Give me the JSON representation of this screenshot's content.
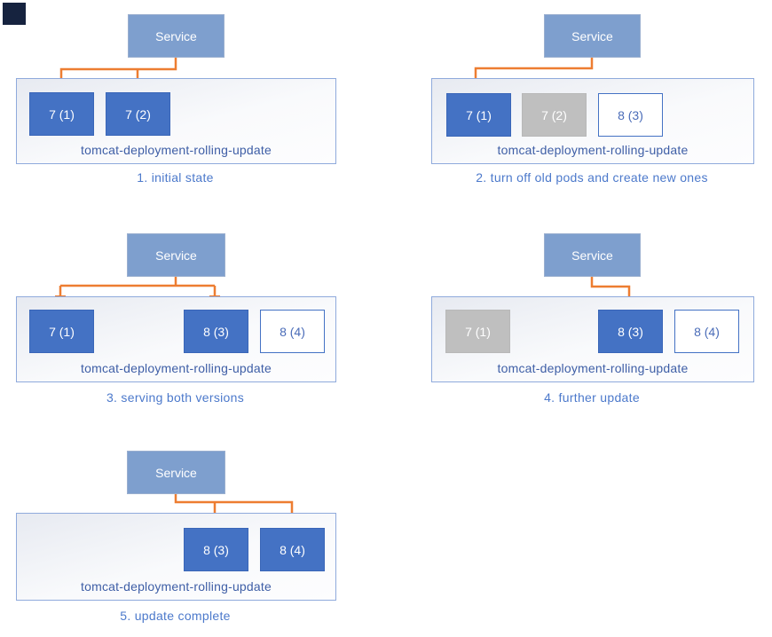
{
  "diagram": {
    "panels": [
      {
        "caption": "1. initial state",
        "service": "Service",
        "deployment": "tomcat-deployment-rolling-update",
        "pods": [
          {
            "label": "7 (1)",
            "state": "active"
          },
          {
            "label": "7 (2)",
            "state": "active"
          }
        ]
      },
      {
        "caption": "2. turn off old pods and create new ones",
        "service": "Service",
        "deployment": "tomcat-deployment-rolling-update",
        "pods": [
          {
            "label": "7 (1)",
            "state": "active"
          },
          {
            "label": "7 (2)",
            "state": "terminated"
          },
          {
            "label": "8 (3)",
            "state": "pending"
          }
        ]
      },
      {
        "caption": "3. serving both versions",
        "service": "Service",
        "deployment": "tomcat-deployment-rolling-update",
        "pods": [
          {
            "label": "7 (1)",
            "state": "active"
          },
          {
            "label": "8 (3)",
            "state": "active"
          },
          {
            "label": "8 (4)",
            "state": "pending"
          }
        ]
      },
      {
        "caption": "4. further update",
        "service": "Service",
        "deployment": "tomcat-deployment-rolling-update",
        "pods": [
          {
            "label": "7 (1)",
            "state": "terminated"
          },
          {
            "label": "8 (3)",
            "state": "active"
          },
          {
            "label": "8 (4)",
            "state": "pending"
          }
        ]
      },
      {
        "caption": "5. update complete",
        "service": "Service",
        "deployment": "tomcat-deployment-rolling-update",
        "pods": [
          {
            "label": "8 (3)",
            "state": "active"
          },
          {
            "label": "8 (4)",
            "state": "active"
          }
        ]
      }
    ]
  },
  "colors": {
    "service_fill": "#7E9FCE",
    "pod_active": "#4472C4",
    "pod_terminated": "#BFBFBF",
    "pod_pending_border": "#4472C4",
    "arrow": "#ED7D31",
    "container_border": "#8FAADC",
    "deployment_text": "#3E5EA6",
    "caption_text": "#4C79CB"
  }
}
